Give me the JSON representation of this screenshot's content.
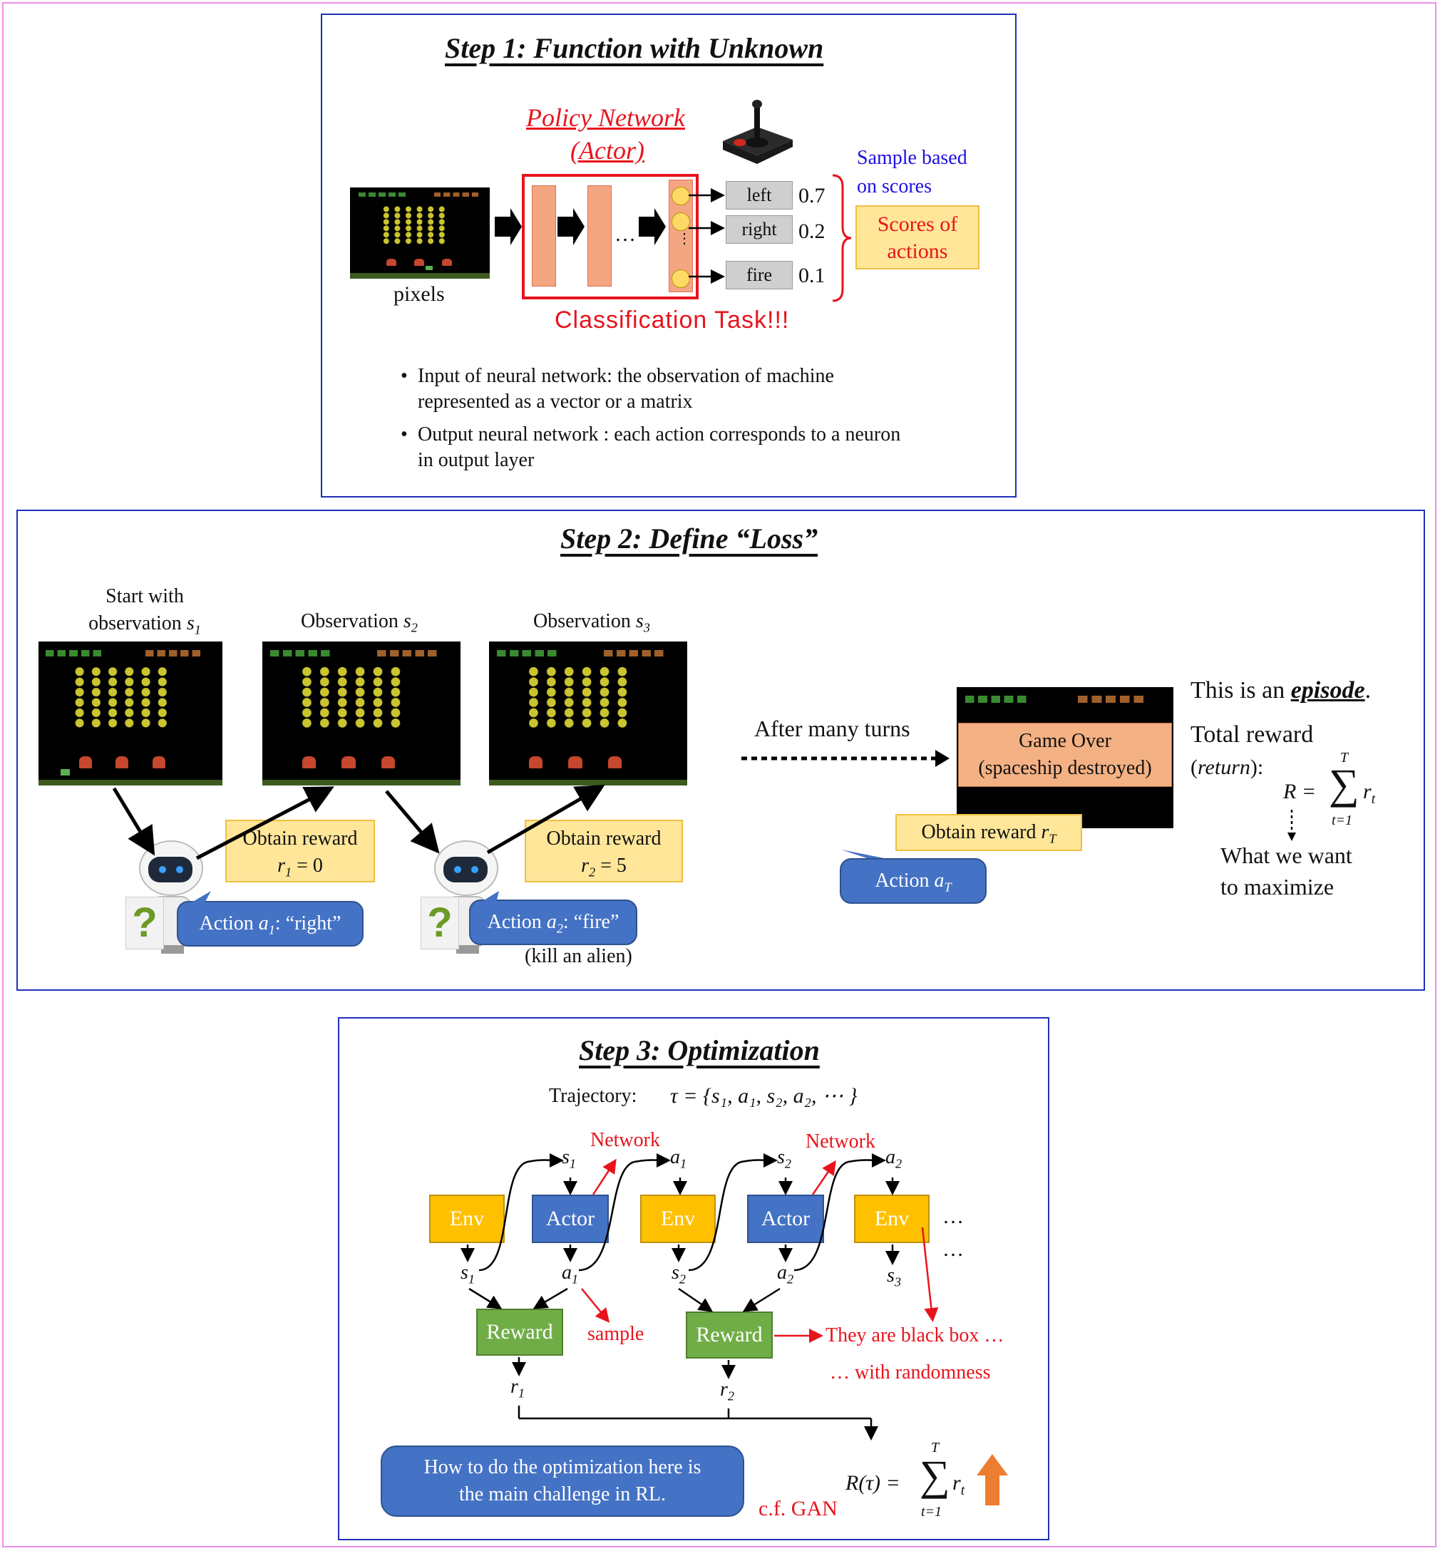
{
  "step1": {
    "title": "Step 1: Function with Unknown",
    "policy_network": "Policy Network",
    "actor": "(Actor)",
    "pixels": "pixels",
    "ellipsis": "…",
    "actions": [
      {
        "label": "left",
        "score": "0.7"
      },
      {
        "label": "right",
        "score": "0.2"
      },
      {
        "label": "fire",
        "score": "0.1"
      }
    ],
    "sample_note": [
      "Sample based",
      "on scores"
    ],
    "scores_box": [
      "Scores of",
      "actions"
    ],
    "classification": "Classification Task!!!",
    "bullets": [
      [
        "Input of neural network: the observation of machine",
        "represented as a vector or a matrix"
      ],
      [
        "Output neural network : each action corresponds to a neuron",
        "in output layer"
      ]
    ]
  },
  "step2": {
    "title": "Step 2: Define “Loss”",
    "obs1": [
      "Start with",
      "observation "
    ],
    "obs2": "Observation ",
    "obs3": "Observation ",
    "s1": "s",
    "s1_sub": "1",
    "s2": "s",
    "s2_sub": "2",
    "s3": "s",
    "s3_sub": "3",
    "reward1": {
      "label": "Obtain reward",
      "var": "r",
      "sub": "1",
      "value": " = 0"
    },
    "reward2": {
      "label": "Obtain reward",
      "var": "r",
      "sub": "2",
      "value": " = 5"
    },
    "action1": {
      "prefix": "Action ",
      "var": "a",
      "sub": "1",
      "suffix": ": “right”"
    },
    "action2": {
      "prefix": "Action ",
      "var": "a",
      "sub": "2",
      "suffix": ": “fire”"
    },
    "kill_note": "(kill an alien)",
    "after_many_turns": "After many turns",
    "game_over": [
      "Game Over",
      "(spaceship destroyed)"
    ],
    "reward_T": {
      "label": "Obtain reward ",
      "var": "r",
      "sub": "T"
    },
    "action_T": {
      "prefix": "Action ",
      "var": "a",
      "sub": "T"
    },
    "episode": {
      "prefix": "This is an ",
      "word": "episode",
      "suffix": "."
    },
    "total_reward": "Total reward",
    "return_label": {
      "open": "(",
      "word": "return",
      "close": "):"
    },
    "formula": {
      "lhs": "R =",
      "sum": "∑",
      "upper": "T",
      "lower": "t=1",
      "term": "r",
      "term_sub": "t"
    },
    "maximize": [
      "What we want",
      "to maximize"
    ]
  },
  "step3": {
    "title": "Step 3: Optimization",
    "trajectory_label": "Trajectory:",
    "trajectory": "τ = {s₁, a₁, s₂, a₂, ⋯ }",
    "env": "Env",
    "actor": "Actor",
    "reward": "Reward",
    "network": "Network",
    "sample": "sample",
    "black_box": "They are black box …",
    "randomness": "… with randomness",
    "dots": "…",
    "labels": {
      "s": "s",
      "a": "a",
      "r": "r"
    },
    "challenge": [
      "How to do the optimization here is",
      "the main challenge in RL."
    ],
    "cf_gan": "c.f. GAN",
    "formula": {
      "lhs": "R(τ) =",
      "sum": "∑",
      "upper": "T",
      "lower": "t=1",
      "term": "r",
      "term_sub": "t"
    }
  },
  "colors": {
    "frame": "#2030b8",
    "outer": "#f08ee6",
    "red": "#e8141c",
    "env": "#ffc000",
    "actor": "#4472c4",
    "reward": "#70ad47"
  }
}
